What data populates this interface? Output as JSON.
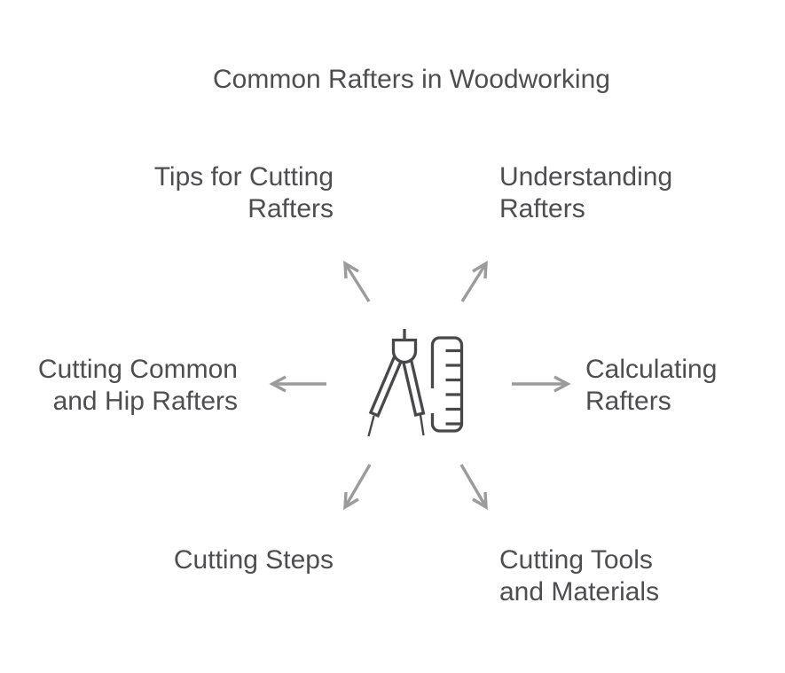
{
  "title": "Common Rafters in Woodworking",
  "diagram_type": "radial-spoke",
  "center_icon": "compass-and-ruler",
  "nodes": {
    "top_left": {
      "line1": "Tips for Cutting",
      "line2": "Rafters"
    },
    "top_right": {
      "line1": "Understanding",
      "line2": "Rafters"
    },
    "mid_left": {
      "line1": "Cutting Common",
      "line2": "and Hip Rafters"
    },
    "mid_right": {
      "line1": "Calculating",
      "line2": "Rafters"
    },
    "bottom_left": {
      "line1": "Cutting Steps",
      "line2": ""
    },
    "bottom_right": {
      "line1": "Cutting Tools",
      "line2": "and Materials"
    }
  },
  "colors": {
    "background": "#ffffff",
    "text": "#4e4e50",
    "arrow": "#9b9b9b",
    "icon_stroke": "#48484a"
  }
}
